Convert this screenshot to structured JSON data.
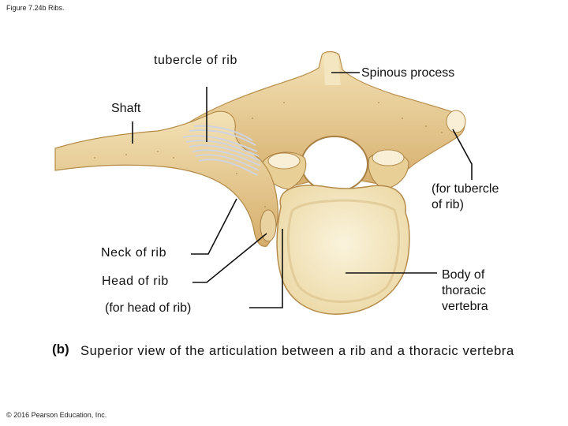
{
  "figure": {
    "caption": "Figure 7.24b Ribs.",
    "copyright": "© 2016 Pearson Education, Inc."
  },
  "labels": {
    "tubercle": "tubercle of rib",
    "spinous": "Spinous process",
    "shaft": "Shaft",
    "facet_tubercle_line1": "(for tubercle",
    "facet_tubercle_line2": "of rib)",
    "neck": "Neck of rib",
    "head": "Head of rib",
    "facet_head": "(for head of rib)",
    "body_line1": "Body of",
    "body_line2": "thoracic",
    "body_line3": "vertebra"
  },
  "subtitle": {
    "letter": "(b)",
    "text": "Superior view of the articulation between a rib and a thoracic vertebra"
  },
  "colors": {
    "bone_fill": "#efdcaa",
    "bone_shadow": "#c79c57",
    "body_fill": "#f6eed2",
    "ligament": "#d9dde6",
    "leader": "#111111"
  }
}
